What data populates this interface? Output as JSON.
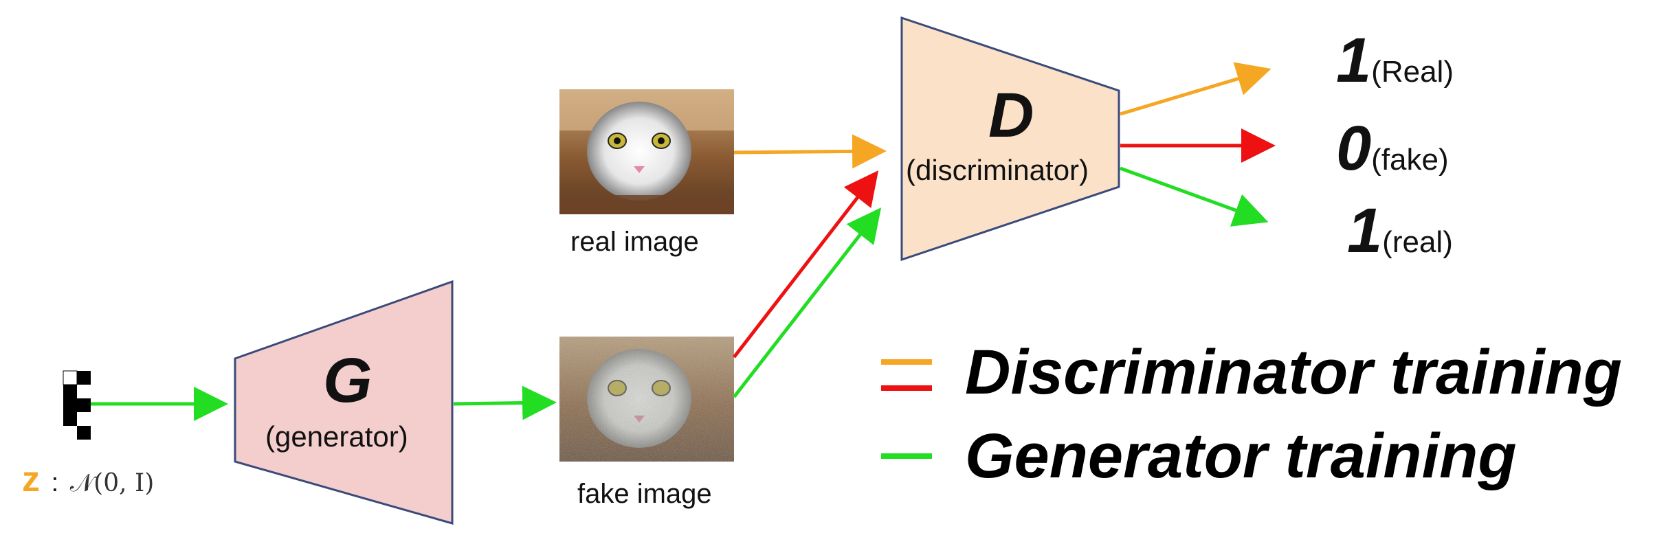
{
  "generator": {
    "symbol": "G",
    "name": "(generator)"
  },
  "discriminator": {
    "symbol": "D",
    "name": "(discriminator)"
  },
  "noise": {
    "symbol": "z",
    "separator": ":",
    "distribution": "𝒩(0, I)"
  },
  "images": {
    "real_caption": "real image",
    "fake_caption": "fake image"
  },
  "outputs": [
    {
      "value": "1",
      "label": "(Real)",
      "color": "#f5a623"
    },
    {
      "value": "0",
      "label": "(fake)",
      "color": "#ee1111"
    },
    {
      "value": "1",
      "label": "(real)",
      "color": "#22dd22"
    }
  ],
  "legend": {
    "discriminator_label": "Discriminator training",
    "generator_label": "Generator training"
  },
  "colors": {
    "orange": "#f5a623",
    "red": "#ee1111",
    "green": "#22dd22",
    "generator_fill": "#f4cdcd",
    "discriminator_fill": "#fbe1c8",
    "outline": "#3a4a7a"
  }
}
